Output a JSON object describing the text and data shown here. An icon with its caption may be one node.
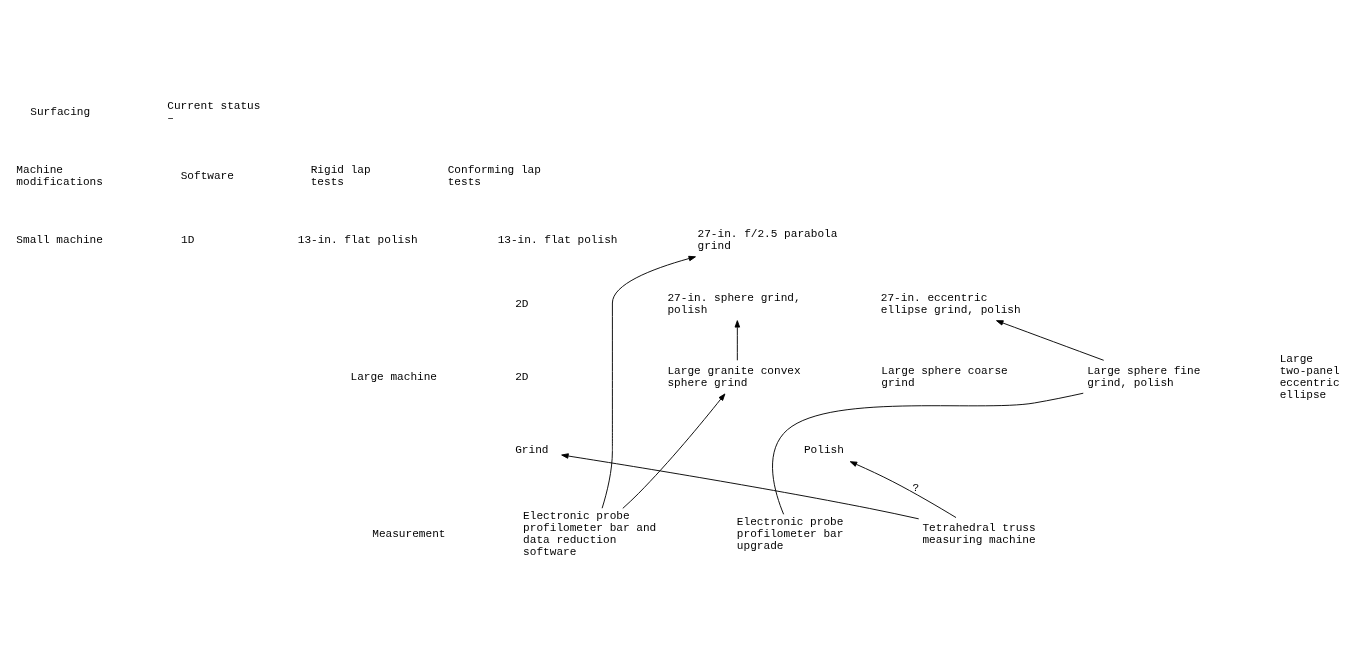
{
  "diagram": {
    "nodes": [
      {
        "text": [
          "13-in. flat polish"
        ]
      },
      {
        "text": [
          "13-in. flat polish"
        ]
      },
      {
        "text": [
          "27-in. f/2.5 parabola grind"
        ]
      },
      {
        "text": [
          "27-in. sphere grind, polish"
        ]
      },
      {
        "text": [
          "27-in. eccentric ellipse grind, polish"
        ]
      },
      {
        "text": [
          "Large granite convex sphere grind"
        ]
      },
      {
        "text": [
          "Large sphere coarse grind"
        ]
      },
      {
        "text": [
          "Large sphere fine grind, polish"
        ]
      },
      {
        "text": [
          "Grind"
        ]
      },
      {
        "text": [
          "Polish"
        ]
      },
      {
        "text": [
          "Electronic probe profilometer bar and data reduction software"
        ]
      },
      {
        "text": [
          "Electronic probe profilometer bar upgrade"
        ]
      },
      {
        "text": [
          "Tetrahedral truss measuring machine"
        ]
      }
    ],
    "edges": [
      {
        "from": 5,
        "to": 3,
        "arrow": "to"
      },
      {
        "from": 10,
        "to": 5,
        "arrow": "to"
      },
      {
        "from": 10,
        "to": 2,
        "arrow": "to"
      },
      {
        "from": 7,
        "to": 4,
        "arrow": "to"
      },
      {
        "from": 11,
        "to": 7,
        "arrow": "none"
      },
      {
        "from": 12,
        "to": 8,
        "arrow": "to"
      },
      {
        "from": 12,
        "to": 9,
        "arrow": "to",
        "label": "?"
      }
    ],
    "labels": [
      "Surfacing",
      "Current status –",
      "Machine modifications",
      "Software",
      "Rigid lap tests",
      "Conforming lap tests",
      "Small machine",
      "1D",
      "2D",
      "Large machine",
      "2D",
      "Large two-panel eccentric ellipse",
      "Measurement"
    ]
  }
}
